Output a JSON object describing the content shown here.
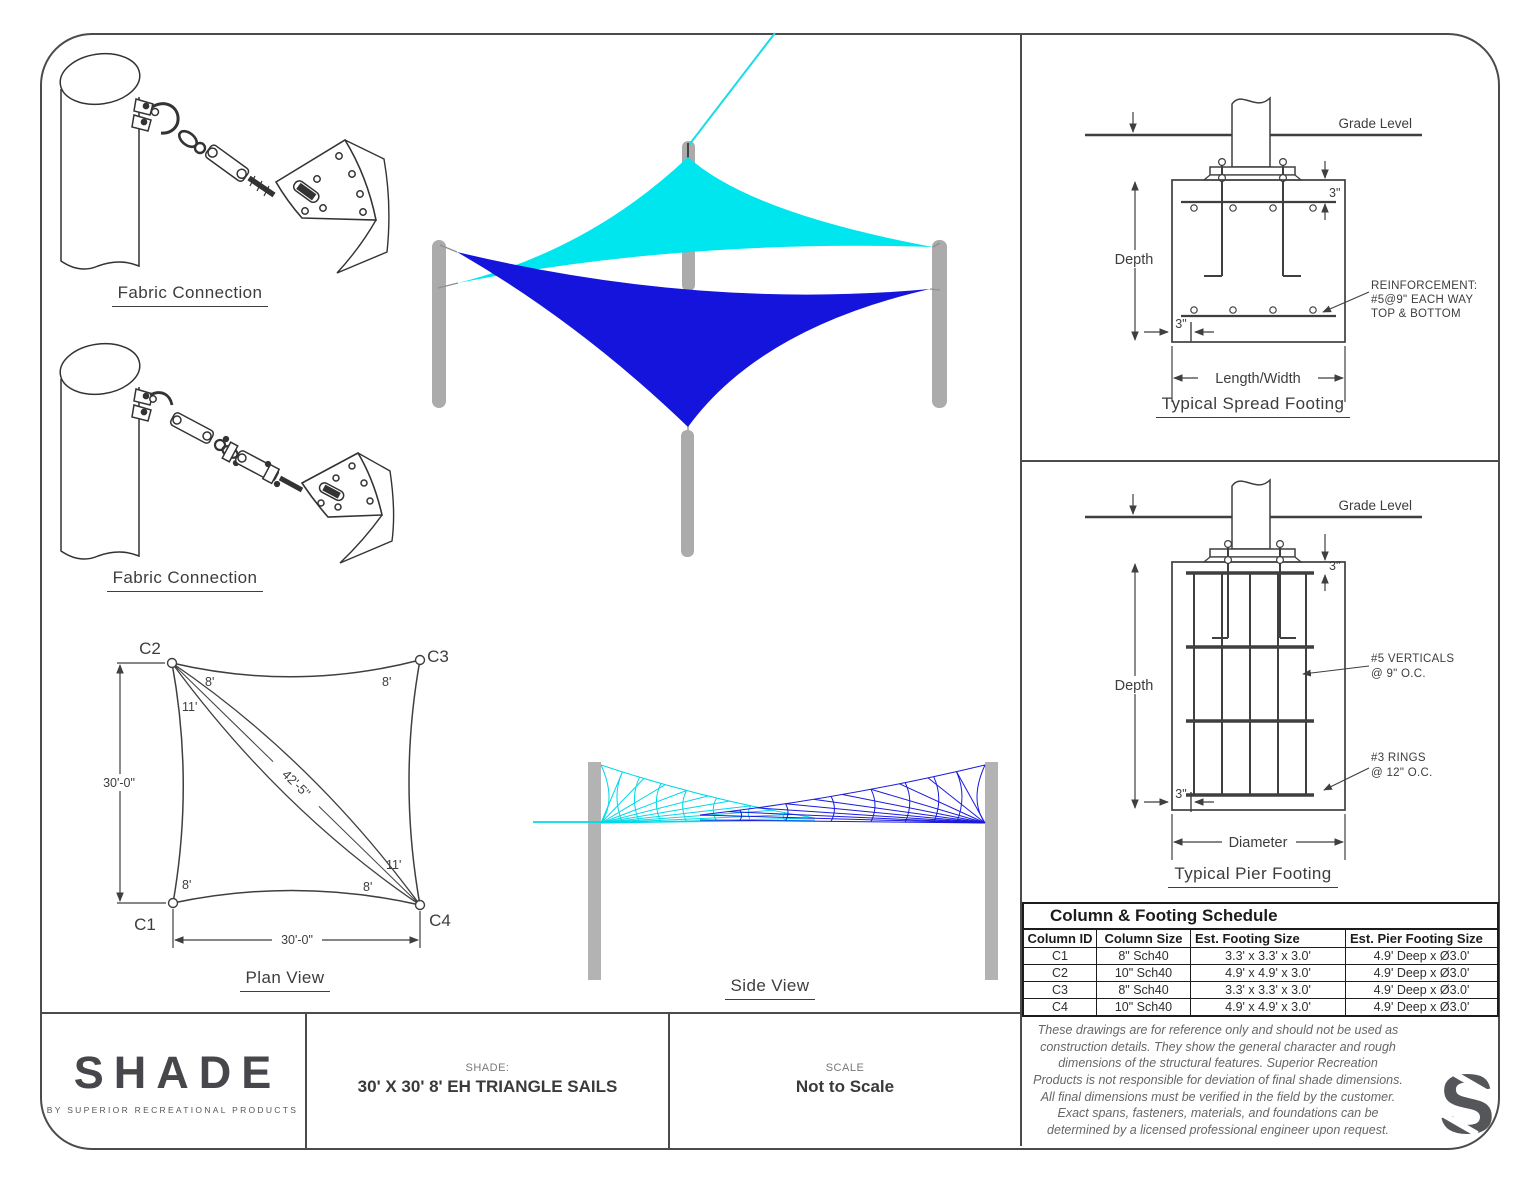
{
  "colors": {
    "sail_cyan": "#00e6ef",
    "sail_blue": "#1414dd",
    "post_gray": "#ababab",
    "line_dark": "#3f3f3f",
    "border": "#4b4b4b"
  },
  "fabric_connection_1": {
    "label": "Fabric Connection"
  },
  "fabric_connection_2": {
    "label": "Fabric Connection"
  },
  "plan_view": {
    "label": "Plan View",
    "corner_c1": "C1",
    "corner_c2": "C2",
    "corner_c3": "C3",
    "corner_c4": "C4",
    "dim_left": "30'-0\"",
    "dim_bottom": "30'-0\"",
    "dim_diagonal": "42'-5\"",
    "h_c2_upper": "8'",
    "h_c2_lower": "11'",
    "h_c3": "8'",
    "h_c1": "8'",
    "h_c4_upper": "11'",
    "h_c4_lower": "8'"
  },
  "side_view": {
    "label": "Side View"
  },
  "spread_footing": {
    "title": "Typical Spread Footing",
    "grade_label": "Grade Level",
    "depth_label": "Depth",
    "top_cover": "3\"",
    "side_cover": "3\"",
    "width_label": "Length/Width",
    "reinforcement_line1": "REINFORCEMENT:",
    "reinforcement_line2": "#5@9\" EACH WAY",
    "reinforcement_line3": "TOP & BOTTOM"
  },
  "pier_footing": {
    "title": "Typical Pier Footing",
    "grade_label": "Grade Level",
    "depth_label": "Depth",
    "top_cover": "3\"",
    "side_cover": "3\"",
    "width_label": "Diameter",
    "verticals_line1": "#5 VERTICALS",
    "verticals_line2": "@ 9\" O.C.",
    "rings_line1": "#3 RINGS",
    "rings_line2": "@ 12\" O.C."
  },
  "schedule": {
    "title": "Column & Footing Schedule",
    "headers": [
      "Column ID",
      "Column Size",
      "Est. Footing Size",
      "Est. Pier Footing Size"
    ],
    "rows": [
      [
        "C1",
        "8\" Sch40",
        "3.3' x 3.3' x 3.0'",
        "4.9' Deep x Ø3.0'"
      ],
      [
        "C2",
        "10\" Sch40",
        "4.9' x 4.9' x 3.0'",
        "4.9' Deep x Ø3.0'"
      ],
      [
        "C3",
        "8\" Sch40",
        "3.3' x 3.3' x 3.0'",
        "4.9' Deep x Ø3.0'"
      ],
      [
        "C4",
        "10\" Sch40",
        "4.9' x 4.9' x 3.0'",
        "4.9' Deep x Ø3.0'"
      ]
    ]
  },
  "title_block": {
    "logo_text": "SHADE",
    "logo_sub": "BY SUPERIOR RECREATIONAL PRODUCTS",
    "shade_label": "SHADE:",
    "shade_value": "30' X 30' 8' EH TRIANGLE SAILS",
    "scale_label": "SCALE",
    "scale_value": "Not to Scale",
    "disclaimer": "These drawings are for reference only and should not be used as construction details. They show the general character and rough dimensions of the structural features. Superior Recreation Products is not responsible for deviation of final shade dimensions. All final dimensions must be verified in the field by the customer. Exact spans, fasteners, materials, and foundations can be determined by a licensed professional engineer upon request.",
    "s_mark": "S"
  }
}
